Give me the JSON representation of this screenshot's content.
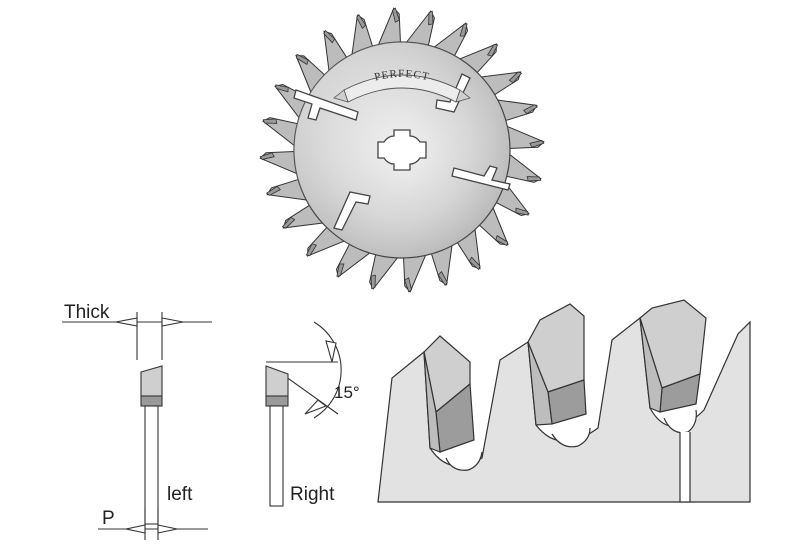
{
  "blade": {
    "brand_text": "PERFECT"
  },
  "detail": {
    "thick_label": "Thick",
    "p_label": "P",
    "left_label": "left",
    "right_label": "Right",
    "angle_label": "15°"
  },
  "colors": {
    "stroke": "#333333",
    "blade_fill": "#d4d4d4",
    "tooth_dark": "#9a9a9a",
    "tooth_mid": "#bcbcbc",
    "tooth_light": "#dcdcdc"
  }
}
